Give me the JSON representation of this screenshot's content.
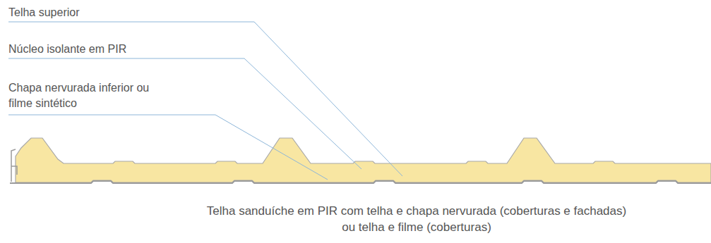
{
  "diagram": {
    "caption": "Telha sanduíche em PIR com telha e chapa nervurada (coberturas e fachadas) ou telha e filme (coberturas)",
    "labels": [
      "Telha superior",
      "Núcleo isolante em PIR",
      "Chapa nervurada inferior ou filme sintético"
    ]
  }
}
